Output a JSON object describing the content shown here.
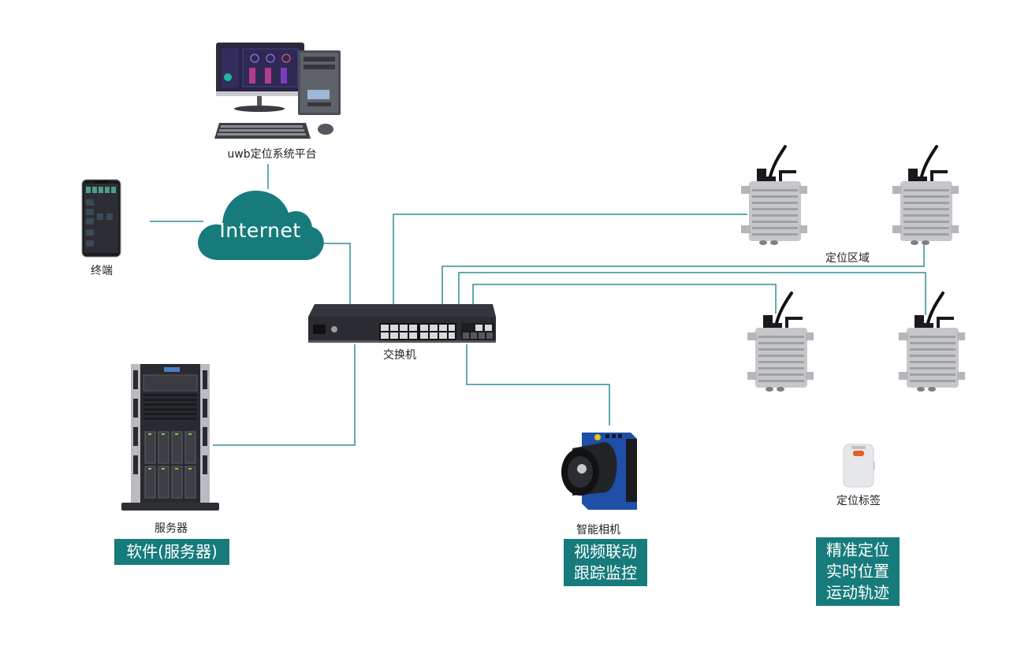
{
  "colors": {
    "line": "#2f8f93",
    "accent": "#177b7b",
    "cloud": "#177b7b",
    "badge_text": "#ffffff",
    "label_text": "#222222"
  },
  "nodes": {
    "pc": {
      "label": "uwb定位系统平台",
      "icon": "desktop-computer-icon"
    },
    "terminal": {
      "label": "终端",
      "icon": "smartphone-icon"
    },
    "cloud": {
      "label": "Internet",
      "icon": "cloud-icon"
    },
    "switch": {
      "label": "交换机",
      "icon": "network-switch-icon"
    },
    "server": {
      "label": "服务器",
      "icon": "tower-server-icon"
    },
    "camera": {
      "label": "智能相机",
      "icon": "smart-camera-icon"
    },
    "anchors": {
      "label": "定位区域",
      "icon": "uwb-anchor-icon",
      "count": 4
    },
    "tag": {
      "label": "定位标签",
      "icon": "uwb-tag-icon"
    }
  },
  "badges": {
    "software": "软件(服务器)",
    "video": "视频联动\n跟踪监控",
    "positioning": "精准定位\n实时位置\n运动轨迹"
  },
  "connections": [
    {
      "from": "terminal",
      "to": "cloud"
    },
    {
      "from": "pc",
      "to": "cloud"
    },
    {
      "from": "cloud",
      "to": "switch"
    },
    {
      "from": "server",
      "to": "switch"
    },
    {
      "from": "switch",
      "to": "camera"
    },
    {
      "from": "switch",
      "to": "anchor-1"
    },
    {
      "from": "switch",
      "to": "anchor-2"
    },
    {
      "from": "switch",
      "to": "anchor-3"
    },
    {
      "from": "switch",
      "to": "anchor-4"
    }
  ]
}
